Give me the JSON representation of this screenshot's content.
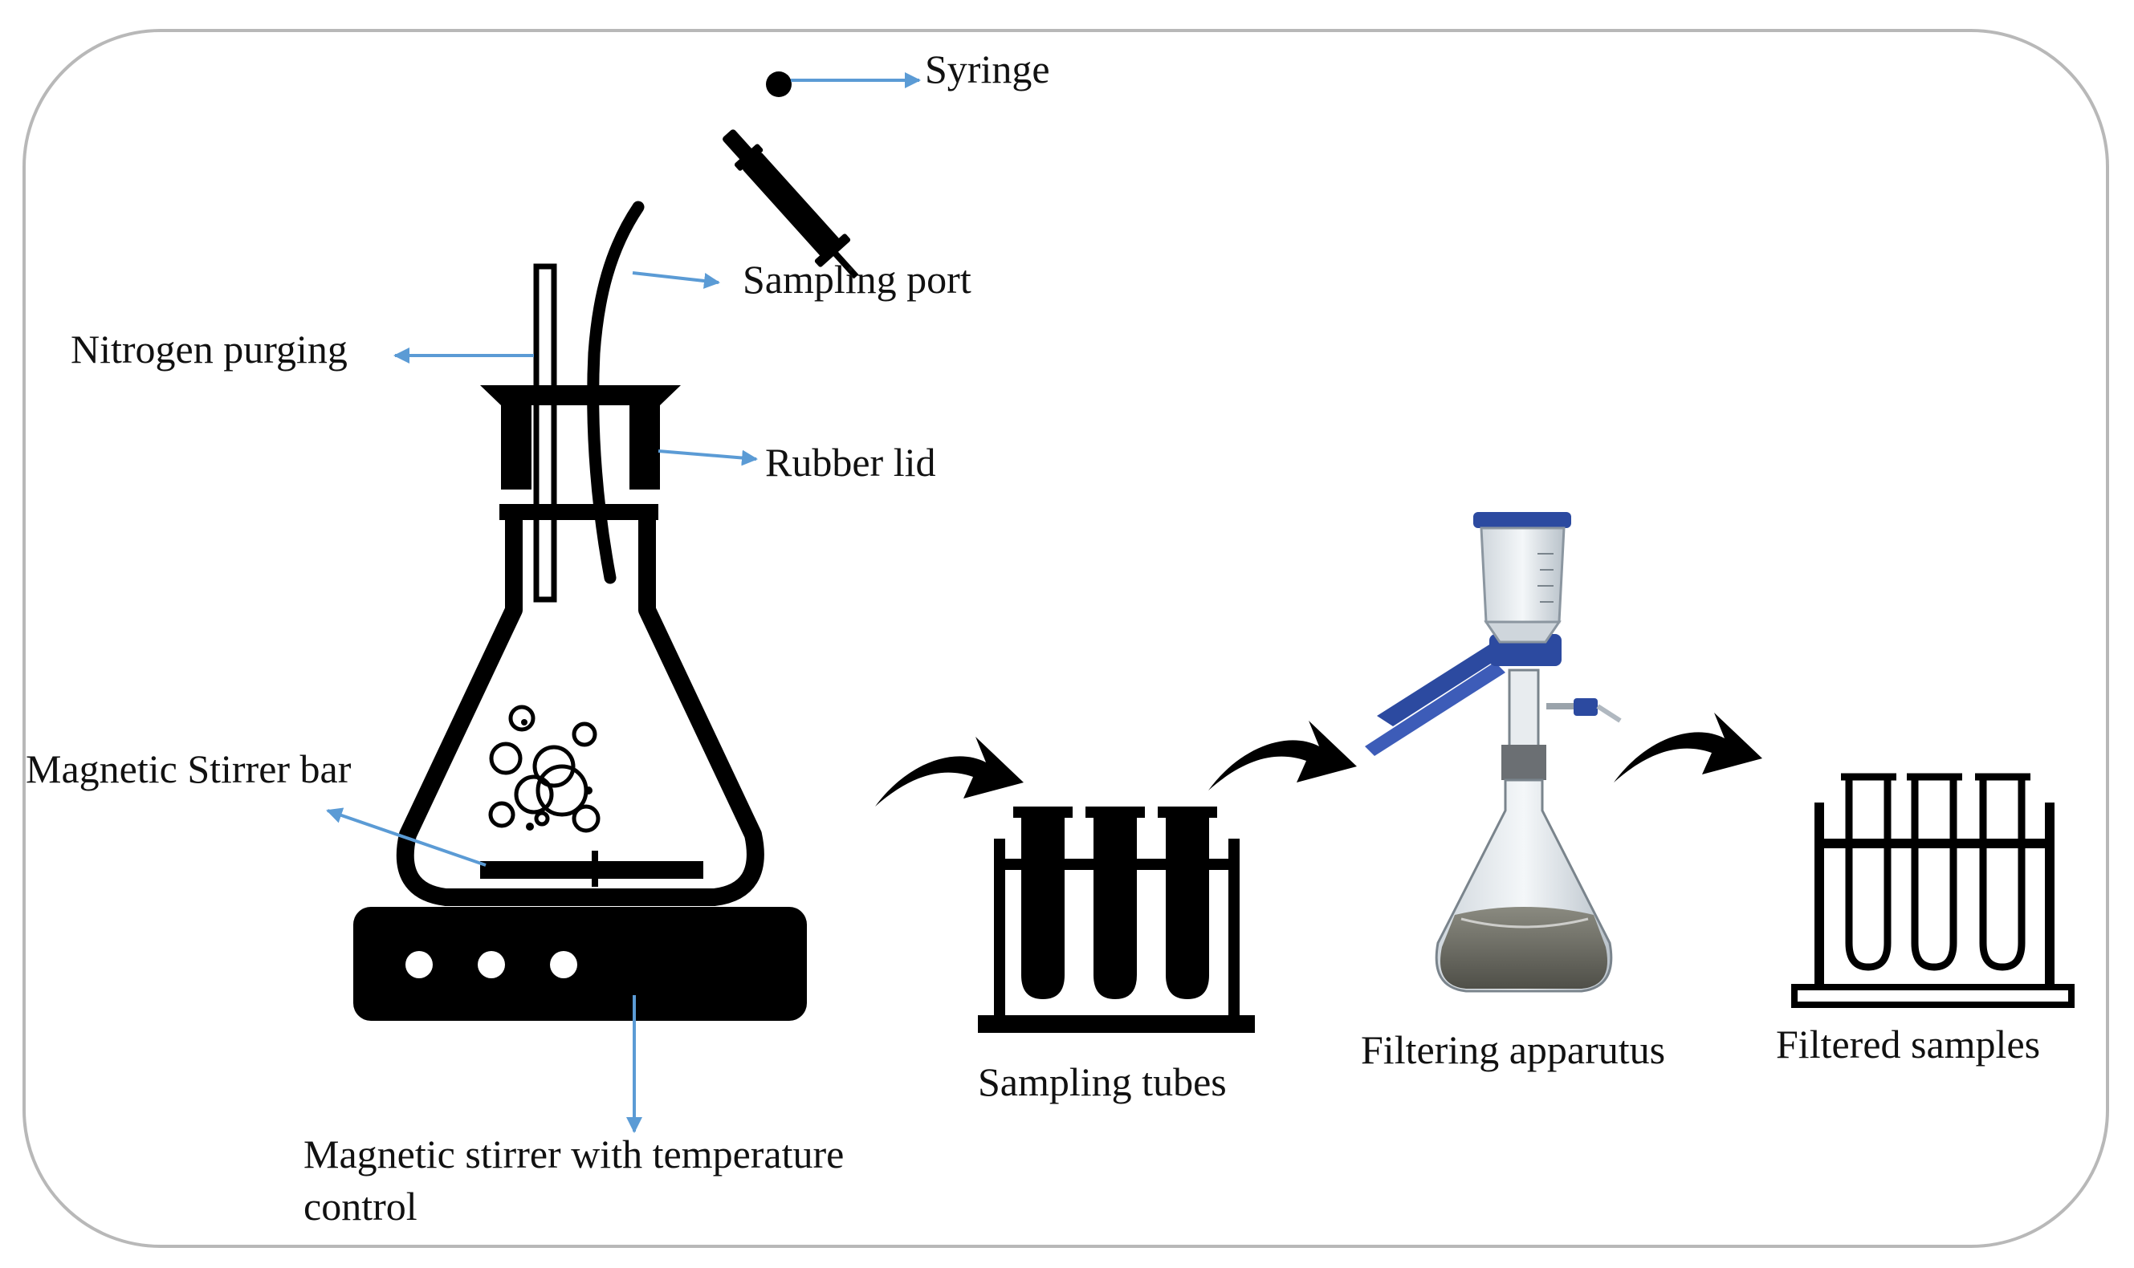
{
  "labels": {
    "syringe": "Syringe",
    "sampling_port": "Sampling port",
    "nitrogen_purging": "Nitrogen purging",
    "rubber_lid": "Rubber lid",
    "magnetic_stirrer_bar": "Magnetic Stirrer bar",
    "magnetic_stirrer_line1": "Magnetic stirrer with temperature",
    "magnetic_stirrer_line2": "control",
    "sampling_tubes": "Sampling tubes",
    "filtering_apparatus": "Filtering apparutus",
    "filtered_samples": "Filtered samples"
  },
  "colors": {
    "arrow": "#5b9bd5",
    "ink": "#000000",
    "frame": "#b8b8b8",
    "funnel_blue": "#2c4aa0"
  },
  "icons": [
    "syringe-icon",
    "erlenmeyer-flask-icon",
    "hotplate-stirrer-icon",
    "curved-arrow-icon",
    "test-tube-rack-icon",
    "vacuum-filtration-icon"
  ]
}
